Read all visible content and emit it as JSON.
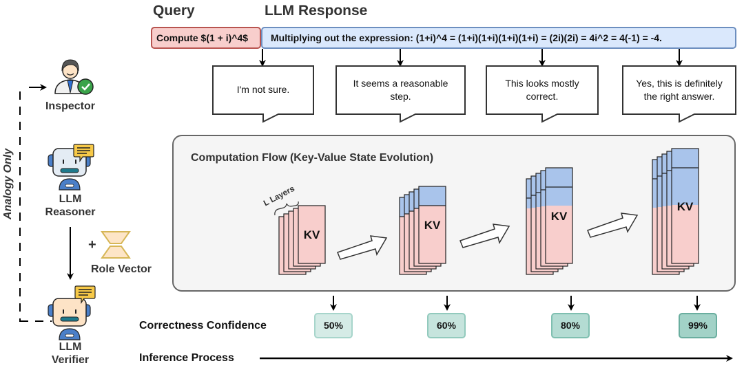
{
  "header": {
    "query_title": "Query",
    "response_title": "LLM Response"
  },
  "query": {
    "text": "Compute $(1 + i)^4$"
  },
  "response": {
    "text": "Multiplying out the expression: (1+i)^4 = (1+i)(1+i)(1+i)(1+i) = (2i)(2i) = 4i^2 = 4(-1) = -4."
  },
  "inspector_bubbles": [
    {
      "line1": "I'm not sure.",
      "line2": ""
    },
    {
      "line1": "It seems a reasonable",
      "line2": "step."
    },
    {
      "line1": "This looks mostly",
      "line2": "correct."
    },
    {
      "line1": "Yes, this is definitely",
      "line2": "the right answer."
    }
  ],
  "actors": {
    "inspector": {
      "label": "Inspector",
      "icon": "inspector-person-check-icon"
    },
    "reasoner": {
      "label_line1": "LLM",
      "label_line2": "Reasoner",
      "icon": "robot-reasoner-icon"
    },
    "verifier": {
      "label_line1": "LLM",
      "label_line2": "Verifier",
      "icon": "robot-verifier-icon"
    },
    "role_vector": {
      "plus": "+",
      "label": "Role Vector",
      "icon": "hourglass-vector-icon"
    },
    "analogy_label": "Analogy Only"
  },
  "computation_flow": {
    "title": "Computation Flow (Key-Value State Evolution)",
    "layers_label": "L Layers",
    "kv_label": "KV",
    "stages": [
      {
        "blue_fraction_top": 0.0,
        "blue_split": false
      },
      {
        "blue_fraction_top": 0.25,
        "blue_split": false
      },
      {
        "blue_fraction_top": 0.5,
        "blue_split": true
      },
      {
        "blue_fraction_top": 0.5,
        "blue_split": true
      }
    ]
  },
  "confidence": {
    "label": "Correctness Confidence",
    "values": [
      "50%",
      "60%",
      "80%",
      "99%"
    ],
    "fill_colors": [
      "#d5ebe6",
      "#c6e4dd",
      "#b4dcd3",
      "#a2d2c7"
    ],
    "border_colors": [
      "#a7d5cb",
      "#92cabd",
      "#7fbfb0",
      "#6aae9f"
    ]
  },
  "inference": {
    "label": "Inference Process"
  },
  "colors": {
    "kv_pink": "#f8cecc",
    "kv_blue": "#a9c4eb",
    "query_red": "#b85450",
    "response_blue": "#6c8ebf",
    "role_vector_fill": "#fde5c7",
    "role_vector_stroke": "#d6b656"
  }
}
